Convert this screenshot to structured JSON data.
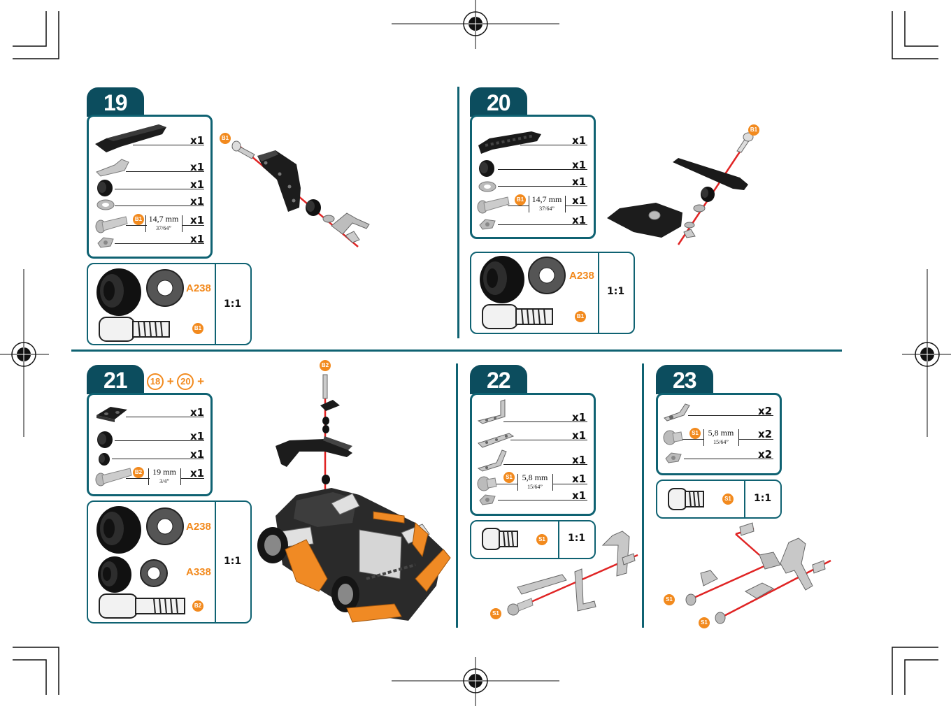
{
  "colors": {
    "teal": "#0c4d5e",
    "orange": "#f28a1e",
    "red": "#e02424"
  },
  "steps": [
    {
      "number": "19",
      "parts": [
        {
          "qty": "x1"
        },
        {
          "qty": "x1"
        },
        {
          "qty": "x1"
        },
        {
          "qty": "x1"
        },
        {
          "qty": "x1",
          "badge": "B1",
          "mm": "14,7 mm",
          "inch": "37/64”"
        },
        {
          "qty": "x1"
        }
      ],
      "scale": {
        "code": "A238",
        "badge": "B1",
        "ratio": "1:1"
      },
      "callouts": [
        "B1"
      ]
    },
    {
      "number": "20",
      "parts": [
        {
          "qty": "x1"
        },
        {
          "qty": "x1"
        },
        {
          "qty": "x1"
        },
        {
          "qty": "x1",
          "badge": "B1",
          "mm": "14,7 mm",
          "inch": "37/64”"
        },
        {
          "qty": "x1"
        }
      ],
      "scale": {
        "code": "A238",
        "badge": "B1",
        "ratio": "1:1"
      },
      "callouts": [
        "B1"
      ]
    },
    {
      "number": "21",
      "refs": {
        "a": "18",
        "plus1": "+",
        "b": "20",
        "plus2": "+"
      },
      "parts": [
        {
          "qty": "x1"
        },
        {
          "qty": "x1"
        },
        {
          "qty": "x1"
        },
        {
          "qty": "x1",
          "badge": "B2",
          "mm": "19 mm",
          "inch": "3/4”"
        }
      ],
      "scale": {
        "code1": "A238",
        "code2": "A338",
        "badge": "B2",
        "ratio": "1:1"
      },
      "callouts": [
        "B2"
      ]
    },
    {
      "number": "22",
      "parts": [
        {
          "qty": "x1"
        },
        {
          "qty": "x1"
        },
        {
          "qty": "x1"
        },
        {
          "qty": "x1",
          "badge": "S1",
          "mm": "5,8 mm",
          "inch": "15/64”"
        },
        {
          "qty": "x1"
        }
      ],
      "scale": {
        "badge": "S1",
        "ratio": "1:1"
      },
      "callouts": [
        "S1"
      ]
    },
    {
      "number": "23",
      "parts": [
        {
          "qty": "x2"
        },
        {
          "qty": "x2",
          "badge": "S1",
          "mm": "5,8 mm",
          "inch": "15/64”"
        },
        {
          "qty": "x2"
        }
      ],
      "scale": {
        "badge": "S1",
        "ratio": "1:1"
      },
      "callouts": [
        "S1",
        "S1"
      ]
    }
  ]
}
